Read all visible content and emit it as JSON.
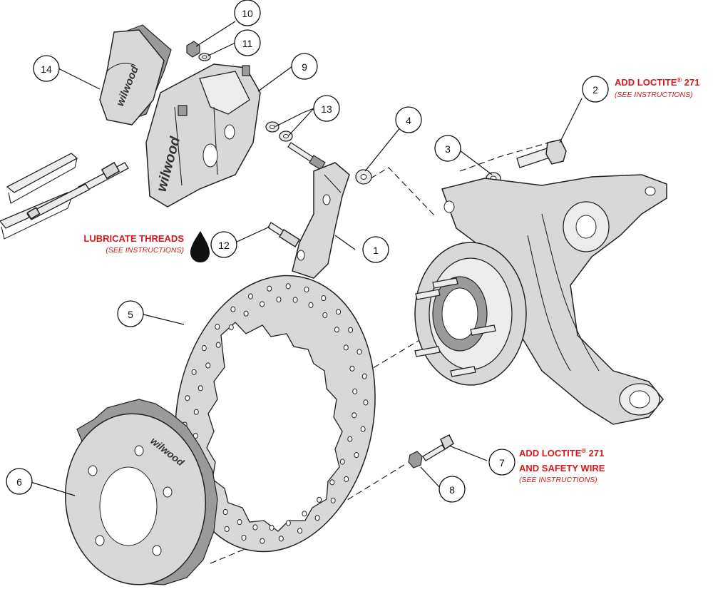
{
  "callouts": [
    {
      "number": "1"
    },
    {
      "number": "2"
    },
    {
      "number": "3"
    },
    {
      "number": "4"
    },
    {
      "number": "5"
    },
    {
      "number": "6"
    },
    {
      "number": "7"
    },
    {
      "number": "8"
    },
    {
      "number": "9"
    },
    {
      "number": "10"
    },
    {
      "number": "11"
    },
    {
      "number": "12"
    },
    {
      "number": "13"
    },
    {
      "number": "14"
    }
  ],
  "notes": {
    "lube": {
      "main": "LUBRICATE THREADS",
      "sub": "(SEE INSTRUCTIONS)"
    },
    "loctite_bolt": {
      "main": "ADD LOCTITE",
      "reg": "®",
      "tail": " 271",
      "sub": "(SEE INSTRUCTIONS)"
    },
    "loctite_drive": {
      "main": "ADD LOCTITE",
      "reg": "®",
      "tail": " 271",
      "line2": "AND SAFETY WIRE",
      "sub": "(SEE INSTRUCTIONS)"
    }
  },
  "brand_marks": {
    "pad": "wilwood",
    "caliper": "wilwood",
    "hat": "wilwood"
  },
  "colors": {
    "note_red": "#d7191c",
    "line": "#222222",
    "part_fill": "#d8d8d8"
  }
}
